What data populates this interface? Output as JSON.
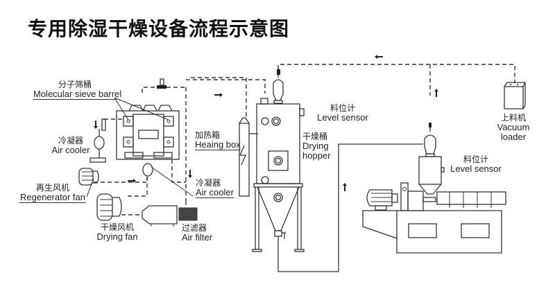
{
  "title": "专用除湿干燥设备流程示意图",
  "components": {
    "molecular_sieve": {
      "cn": "分子筛桶",
      "en": "Molecular sieve barrel"
    },
    "air_cooler_left": {
      "cn": "冷凝器",
      "en": "Air cooler"
    },
    "regenerator_fan": {
      "cn": "再生风机",
      "en": "Regenerator fan"
    },
    "drying_fan": {
      "cn": "干燥风机",
      "en": "Drying fan"
    },
    "air_filter": {
      "cn": "过滤器",
      "en": "Air filter"
    },
    "heating_box": {
      "cn": "加热箱",
      "en": "Heaing box"
    },
    "air_cooler_mid": {
      "cn": "冷凝器",
      "en": "Air cooler"
    },
    "drying_hopper": {
      "cn": "干燥桶",
      "en_line1": "Drying",
      "en_line2": "hopper"
    },
    "level_sensor_top": {
      "cn": "料位计",
      "en": "Level sensor"
    },
    "vacuum_loader": {
      "cn": "上料机",
      "en_line1": "Vacuum",
      "en_line2": "loader"
    },
    "level_sensor_extruder": {
      "cn": "料位计",
      "en": "Level sensor"
    }
  },
  "flow_arrows": [
    "right",
    "left",
    "up",
    "up",
    "down",
    "down",
    "right"
  ]
}
